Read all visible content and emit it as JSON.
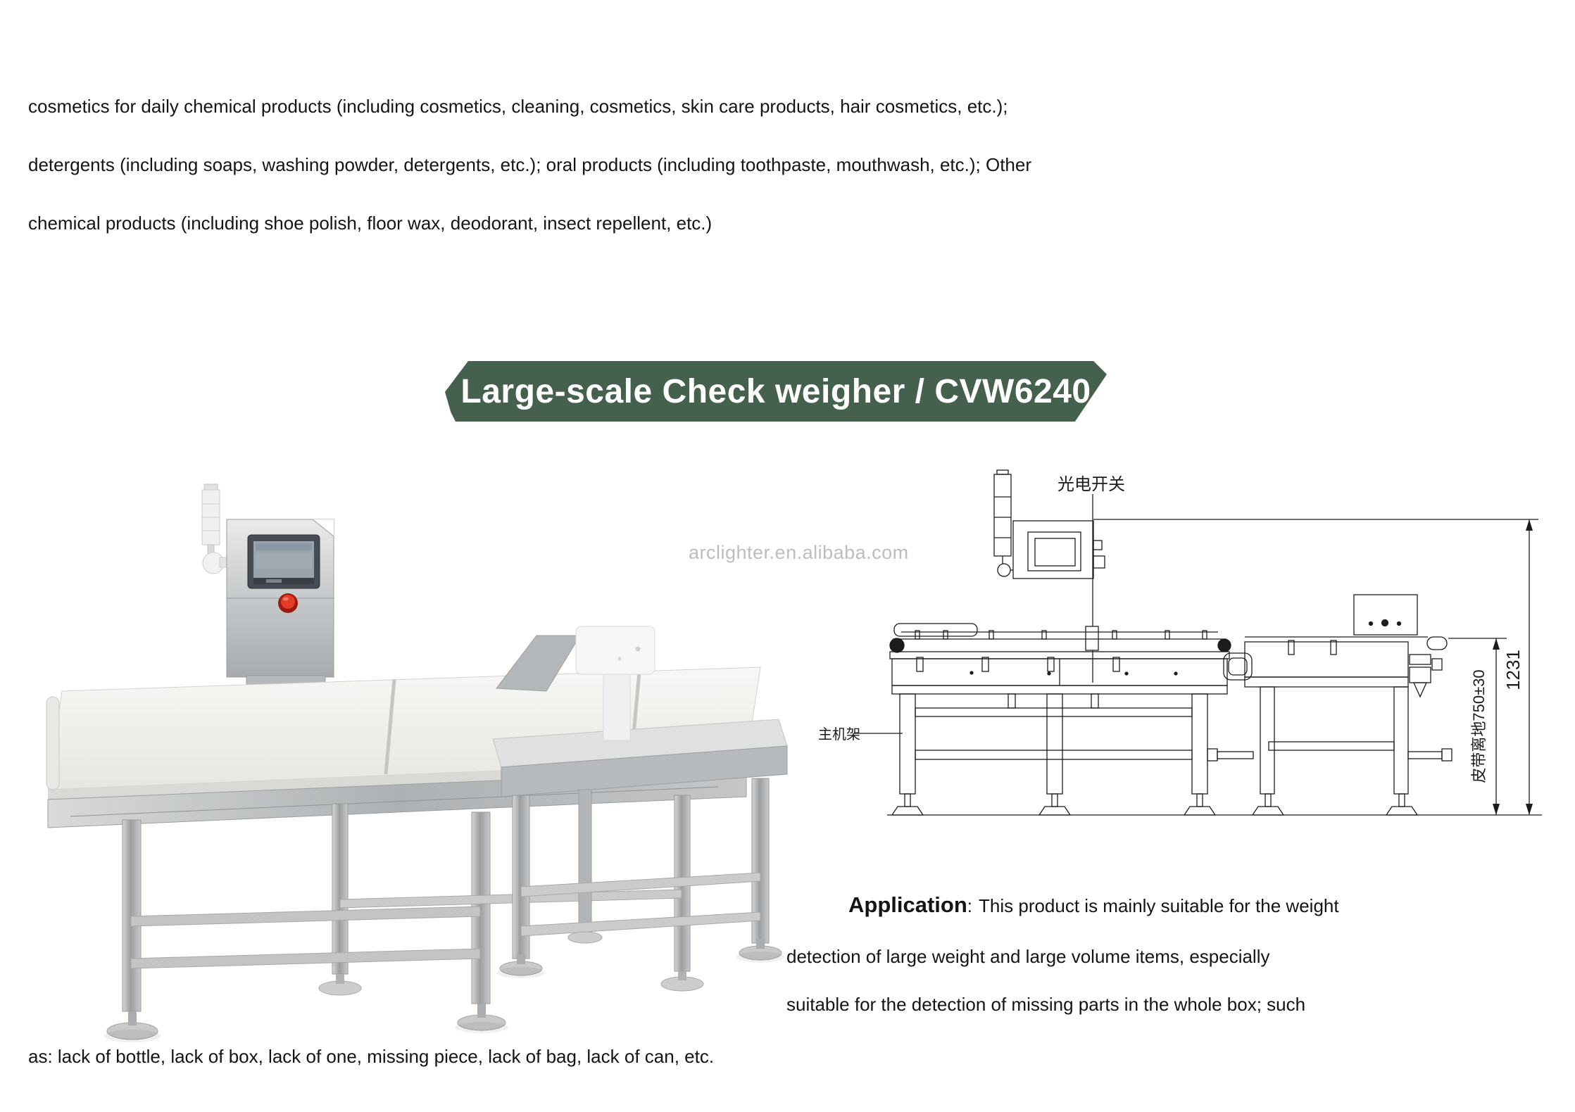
{
  "intro": {
    "lines": [
      "cosmetics for daily chemical products (including cosmetics, cleaning, cosmetics, skin care products, hair cosmetics, etc.);",
      "detergents (including soaps, washing powder, detergents, etc.); oral products (including toothpaste, mouthwash, etc.); Other",
      "chemical products (including shoe polish, floor wax, deodorant, insect repellent, etc.)"
    ]
  },
  "banner": {
    "label": "Large-scale Check weigher / CVW6240",
    "background_color": "#45614e",
    "text_color": "#ffffff"
  },
  "photo": {
    "watermark": "arclighter.en.alibaba.com",
    "emergency_button_color": "#e23c24"
  },
  "diagram": {
    "label_photoelectric_switch": "光电开关",
    "label_main_frame": "主机架",
    "label_belt_height": "皮带离地750±30",
    "label_total_height": "1231",
    "line_color": "#1c1c1c"
  },
  "application": {
    "heading": "Application",
    "colon": ":",
    "line1_rest": "This product is mainly suitable for the weight",
    "lines": [
      "detection of large weight and large volume items, especially",
      "suitable for the detection of missing parts in the whole box; such",
      "as: lack of bottle, lack of box, lack of one, missing piece, lack of bag, lack of can, etc."
    ]
  }
}
